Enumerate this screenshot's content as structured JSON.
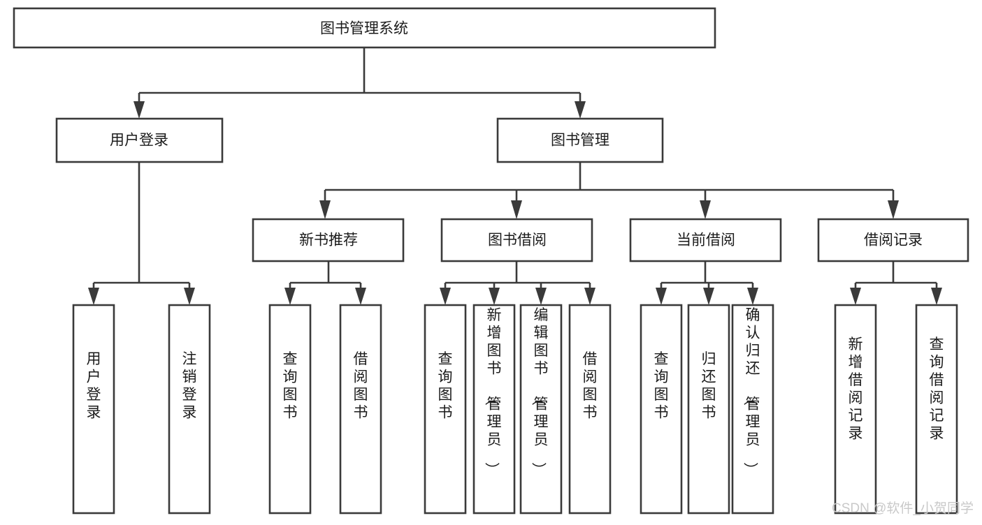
{
  "diagram": {
    "title": "图书管理系统",
    "type": "tree-hierarchy",
    "root": {
      "id": "root",
      "label": "图书管理系统",
      "orientation": "horizontal"
    },
    "level2": [
      {
        "id": "user-login",
        "label": "用户登录",
        "orientation": "horizontal"
      },
      {
        "id": "book-management",
        "label": "图书管理",
        "orientation": "horizontal"
      }
    ],
    "level3": [
      {
        "id": "new-book-recommend",
        "label": "新书推荐",
        "orientation": "horizontal",
        "parent": "book-management"
      },
      {
        "id": "book-borrow",
        "label": "图书借阅",
        "orientation": "horizontal",
        "parent": "book-management"
      },
      {
        "id": "current-borrow",
        "label": "当前借阅",
        "orientation": "horizontal",
        "parent": "book-management"
      },
      {
        "id": "borrow-record",
        "label": "借阅记录",
        "orientation": "horizontal",
        "parent": "book-management"
      }
    ],
    "leaves": [
      {
        "id": "leaf-user-login",
        "label": "用户登录",
        "orientation": "vertical",
        "parent": "user-login"
      },
      {
        "id": "leaf-user-logout",
        "label": "注销登录",
        "orientation": "vertical",
        "parent": "user-login"
      },
      {
        "id": "leaf-query-book-1",
        "label": "查询图书",
        "orientation": "vertical",
        "parent": "new-book-recommend"
      },
      {
        "id": "leaf-borrow-book-1",
        "label": "借阅图书",
        "orientation": "vertical",
        "parent": "new-book-recommend"
      },
      {
        "id": "leaf-query-book-2",
        "label": "查询图书",
        "orientation": "vertical",
        "parent": "book-borrow"
      },
      {
        "id": "leaf-add-book",
        "label": "新增图书（管理员）",
        "orientation": "vertical",
        "parent": "book-borrow"
      },
      {
        "id": "leaf-edit-book",
        "label": "编辑图书（管理员）",
        "orientation": "vertical",
        "parent": "book-borrow"
      },
      {
        "id": "leaf-borrow-book-2",
        "label": "借阅图书",
        "orientation": "vertical",
        "parent": "book-borrow"
      },
      {
        "id": "leaf-query-book-3",
        "label": "查询图书",
        "orientation": "vertical",
        "parent": "current-borrow"
      },
      {
        "id": "leaf-return-book",
        "label": "归还图书",
        "orientation": "vertical",
        "parent": "current-borrow"
      },
      {
        "id": "leaf-confirm-return",
        "label": "确认归还（管理员）",
        "orientation": "vertical",
        "parent": "current-borrow"
      },
      {
        "id": "leaf-add-record",
        "label": "新增借阅记录",
        "orientation": "vertical",
        "parent": "borrow-record"
      },
      {
        "id": "leaf-query-record",
        "label": "查询借阅记录",
        "orientation": "vertical",
        "parent": "borrow-record"
      }
    ]
  },
  "watermark": {
    "text": "CSDN @软件_小贺同学"
  },
  "colors": {
    "stroke": "#3a3a3a",
    "fill": "#ffffff",
    "text": "#1b1b1b",
    "watermark": "#c9c9c9"
  }
}
